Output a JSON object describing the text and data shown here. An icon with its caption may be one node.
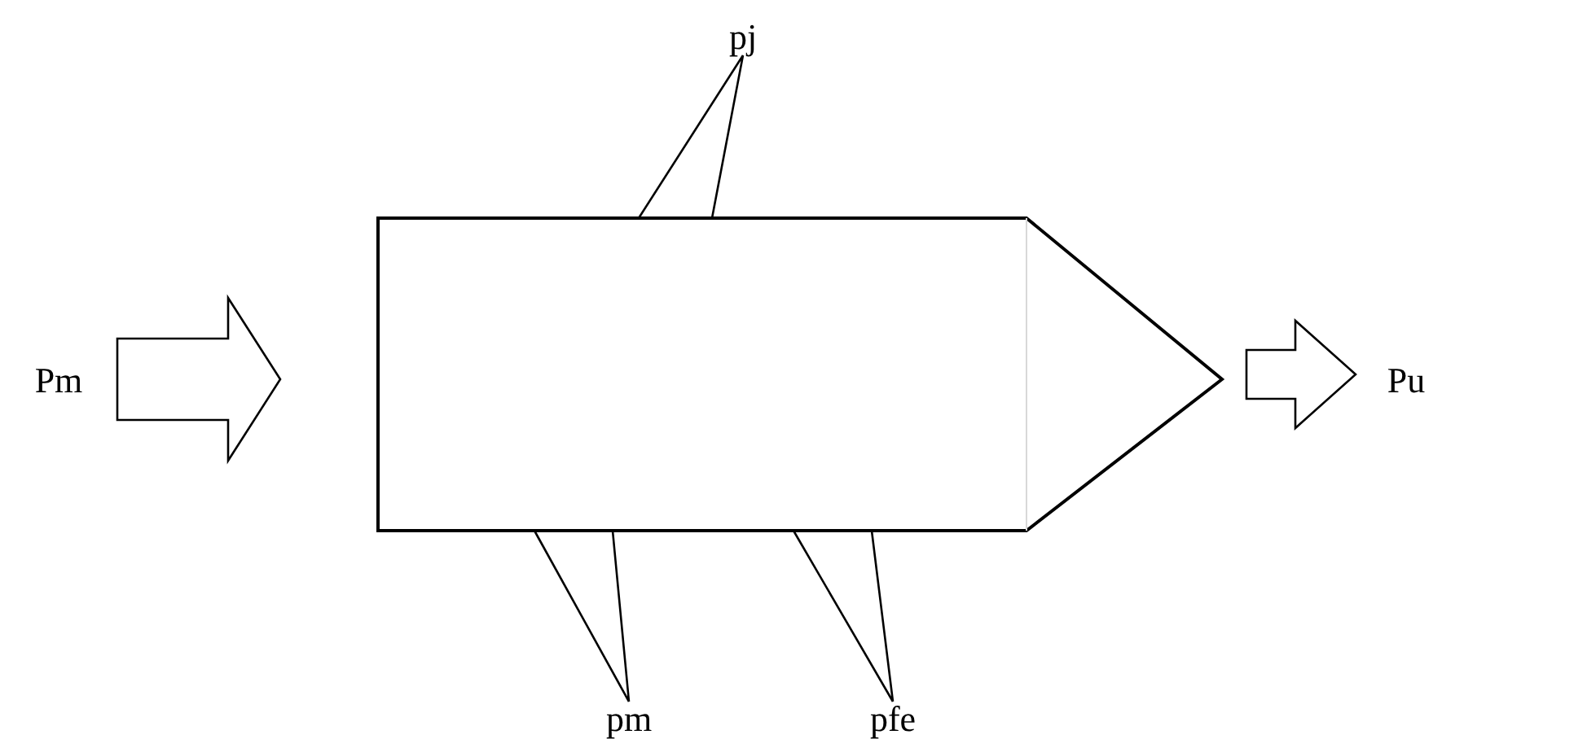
{
  "diagram": {
    "nodes": [
      {
        "text": [
          "pj"
        ]
      },
      {
        "text": [
          "Pm"
        ]
      },
      {
        "text": [],
        "shape": "pentagon"
      },
      {
        "text": [
          "Pu"
        ]
      },
      {
        "text": [
          "pm"
        ]
      },
      {
        "text": [
          "pfe"
        ]
      }
    ],
    "edges": [
      {
        "from": 1,
        "to": 2,
        "arrow": "to"
      },
      {
        "from": 2,
        "to": 3,
        "arrow": "to"
      },
      {
        "from": 2,
        "to": 0,
        "arrow": "none"
      },
      {
        "from": 2,
        "to": 4,
        "arrow": "none"
      },
      {
        "from": 2,
        "to": 5,
        "arrow": "none"
      }
    ]
  }
}
